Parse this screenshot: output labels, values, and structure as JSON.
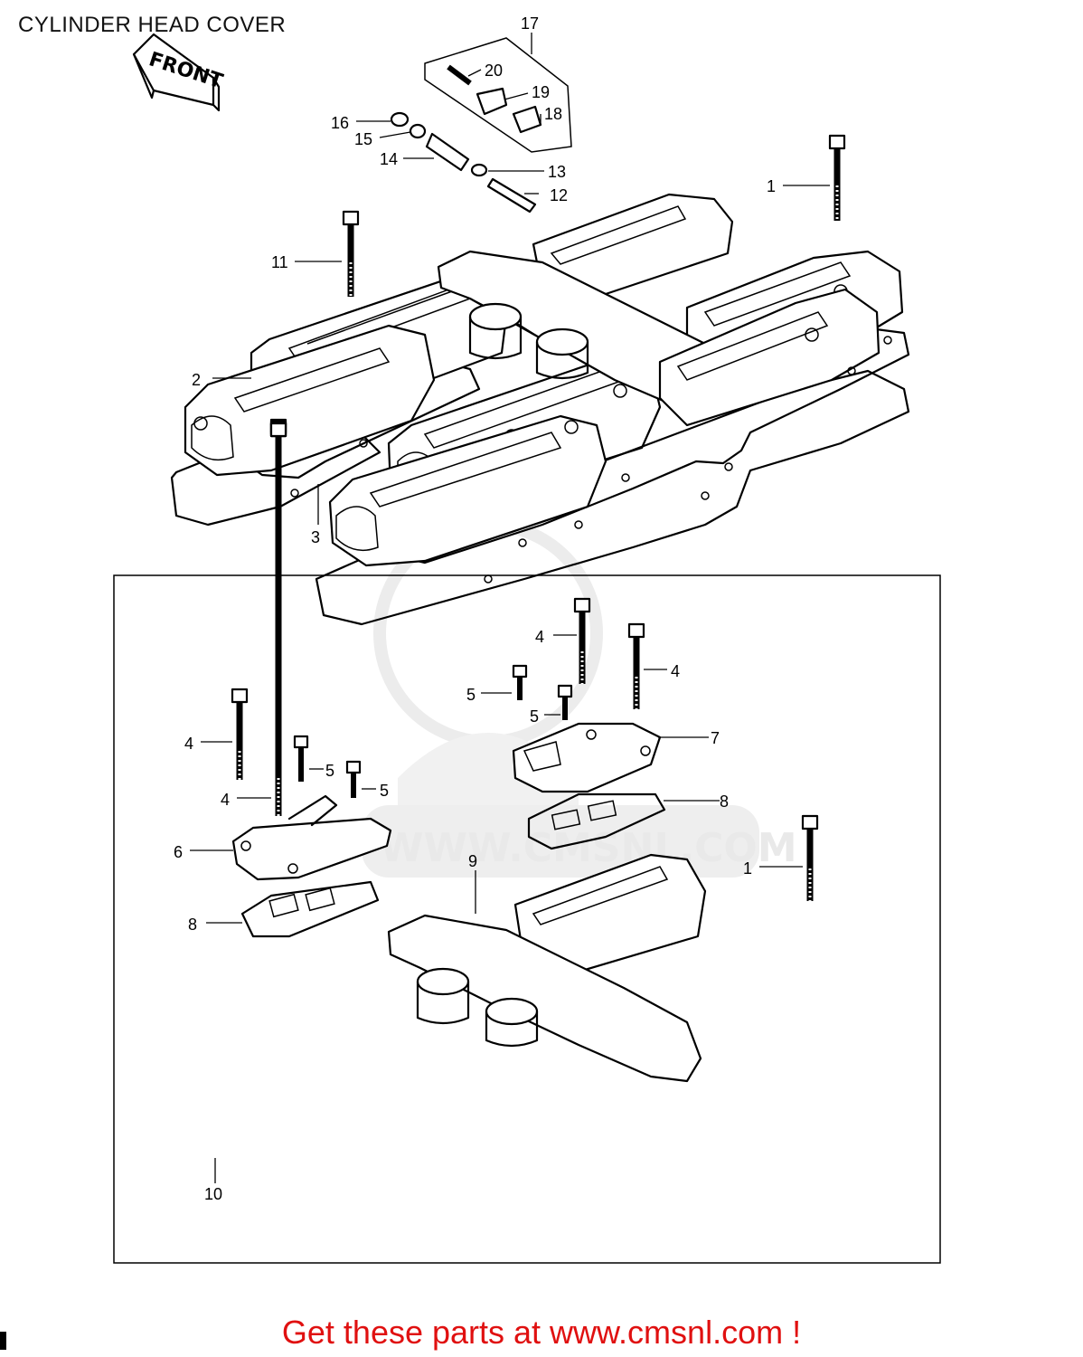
{
  "title": "CYLINDER HEAD COVER",
  "front_arrow": "FRONT",
  "watermark": "WWW.CMSNL.COM",
  "footer": "Get these parts at www.cmsnl.com !",
  "labels": {
    "p1a": "1",
    "p2": "2",
    "p3": "3",
    "p11": "11",
    "p12": "12",
    "p13": "13",
    "p14": "14",
    "p15": "15",
    "p16": "16",
    "p17": "17",
    "p18": "18",
    "p19": "19",
    "p20": "20",
    "p4a": "4",
    "p4b": "4",
    "p4c": "4",
    "p4d": "4",
    "p5a": "5",
    "p5b": "5",
    "p5c": "5",
    "p5d": "5",
    "p6": "6",
    "p7": "7",
    "p8a": "8",
    "p8b": "8",
    "p9": "9",
    "p1b": "1",
    "p10": "10"
  }
}
